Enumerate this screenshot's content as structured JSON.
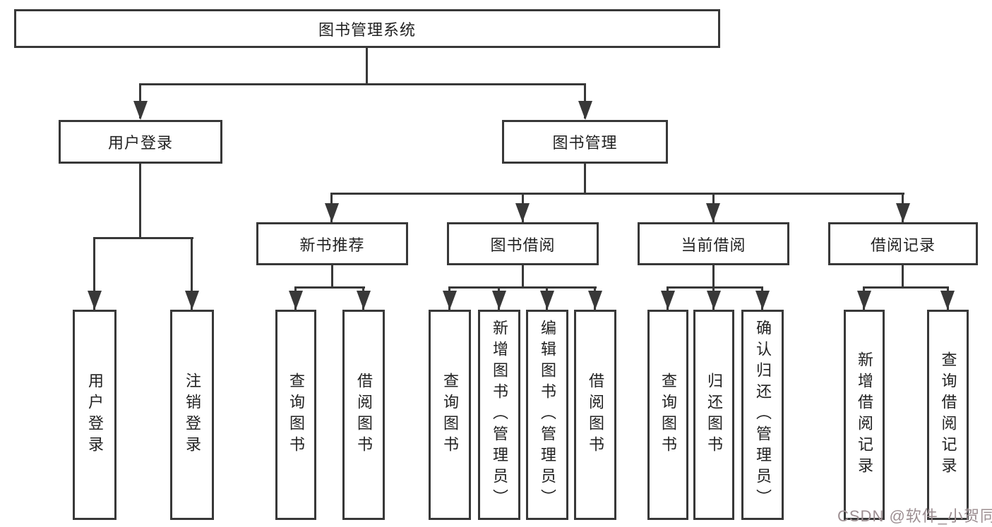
{
  "tree": {
    "label": "图书管理系统",
    "children": [
      {
        "label": "用户登录",
        "children": [
          {
            "label": "用户登录"
          },
          {
            "label": "注销登录"
          }
        ]
      },
      {
        "label": "图书管理",
        "children": [
          {
            "label": "新书推荐",
            "children": [
              {
                "label": "查询图书"
              },
              {
                "label": "借阅图书"
              }
            ]
          },
          {
            "label": "图书借阅",
            "children": [
              {
                "label": "查询图书"
              },
              {
                "label": "新增图书（管理员）"
              },
              {
                "label": "编辑图书（管理员）"
              },
              {
                "label": "借阅图书"
              }
            ]
          },
          {
            "label": "当前借阅",
            "children": [
              {
                "label": "查询图书"
              },
              {
                "label": "归还图书"
              },
              {
                "label": "确认归还（管理员）"
              }
            ]
          },
          {
            "label": "借阅记录",
            "children": [
              {
                "label": "新增借阅记录"
              },
              {
                "label": "查询借阅记录"
              }
            ]
          }
        ]
      }
    ]
  },
  "watermark": {
    "text": "CSDN @软件_小贺同学"
  },
  "colors": {
    "line": "#383838",
    "text": "#222222",
    "watermark": "#9d8f92",
    "background": "#ffffff"
  }
}
